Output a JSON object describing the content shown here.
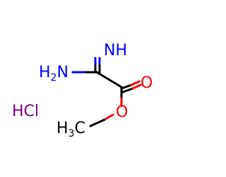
{
  "structure": {
    "atoms": {
      "imine": {
        "text": "NH",
        "color": "#0000ff"
      },
      "amine": {
        "text": "H",
        "sub": "2",
        "tail": "N",
        "color": "#0000ff"
      },
      "carbonyl_oxygen": {
        "text": "O",
        "color": "#ff0000"
      },
      "ester_oxygen": {
        "text": "O",
        "color": "#ff0000"
      },
      "methyl": {
        "text": "H",
        "sub": "3",
        "tail": "C",
        "color": "#000000"
      }
    },
    "salt": {
      "text": "HCl",
      "color": "#800080"
    }
  }
}
